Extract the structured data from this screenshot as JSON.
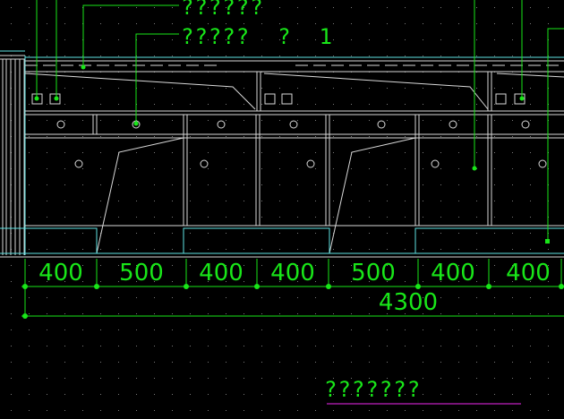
{
  "drawing": {
    "colors": {
      "background": "#000000",
      "leader": "#19e619",
      "outline": "#d8d8d8",
      "panel_outline": "#5fe3e3",
      "underline": "#c020c0",
      "grid_dot": "#7a7a7a"
    },
    "labels": {
      "label_top": "??????",
      "label_second": "?????  ?  1",
      "drawing_title": "???????"
    },
    "dimensions": {
      "segments": [
        "400",
        "500",
        "400",
        "400",
        "500",
        "400",
        "400"
      ],
      "total": "4300"
    }
  }
}
